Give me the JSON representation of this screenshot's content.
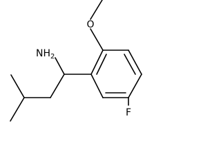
{
  "molecule": {
    "atoms": {
      "amine": "NH",
      "amine_h_count": "2",
      "methoxy_oxygen": "O",
      "fluorine": "F"
    },
    "colors": {
      "bond": "#000000",
      "label": "#000000",
      "background": "#ffffff"
    }
  }
}
